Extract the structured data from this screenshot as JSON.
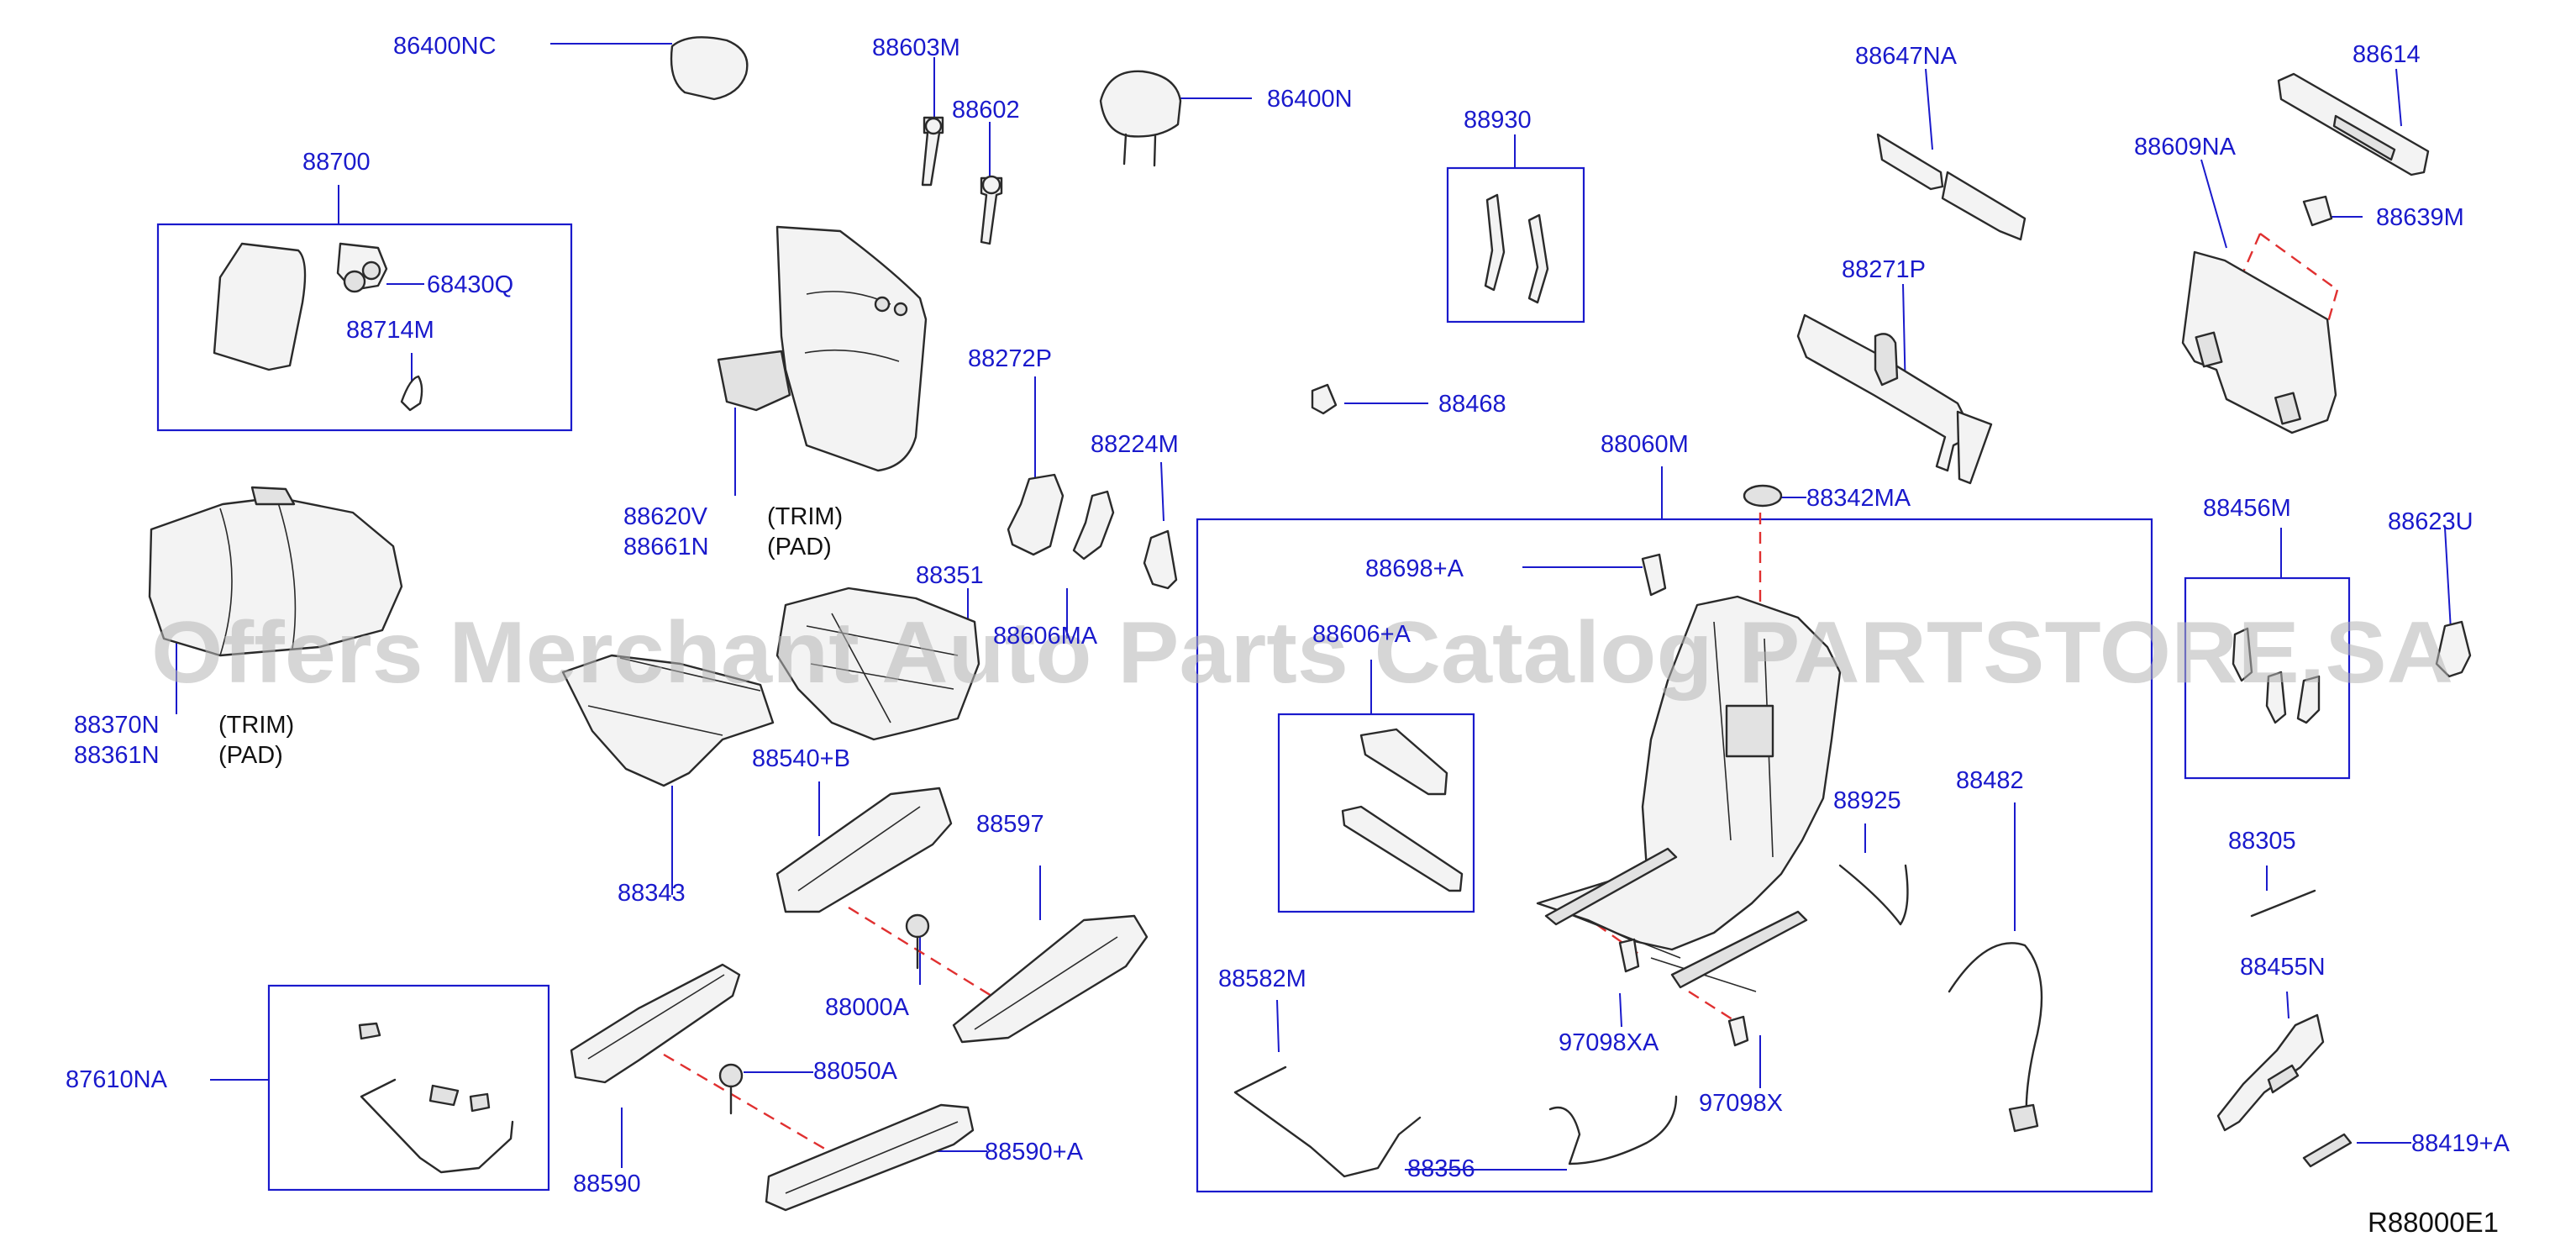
{
  "watermark": "Offers Merchant Auto Parts Catalog PARTSTORE.SA",
  "diagram_code": "R88000E1",
  "parts": {
    "p86400NC": "86400NC",
    "p88603M": "88603M",
    "p88602": "88602",
    "p86400N": "86400N",
    "p88930": "88930",
    "p88647NA": "88647NA",
    "p88614": "88614",
    "p88700": "88700",
    "p68430Q": "68430Q",
    "p88714M": "88714M",
    "p88609NA": "88609NA",
    "p88639M": "88639M",
    "p88271P": "88271P",
    "p88272P": "88272P",
    "p88224M": "88224M",
    "p88468": "88468",
    "p88060M": "88060M",
    "p88342MA": "88342MA",
    "p88620V": "88620V",
    "p88661N": "88661N",
    "p88456M": "88456M",
    "p88623U": "88623U",
    "p88698A": "88698+A",
    "p88351": "88351",
    "p88606MA": "88606MA",
    "p88606A": "88606+A",
    "p88370N": "88370N",
    "p88361N": "88361N",
    "p88540B": "88540+B",
    "p88482": "88482",
    "p88925": "88925",
    "p88343": "88343",
    "p88597": "88597",
    "p88305": "88305",
    "p88455N": "88455N",
    "p88582M": "88582M",
    "p88000A": "88000A",
    "p97098XA": "97098XA",
    "p87610NA": "87610NA",
    "p88050A": "88050A",
    "p97098X": "97098X",
    "p88590A": "88590+A",
    "p88419A": "88419+A",
    "p88356": "88356",
    "p88590": "88590"
  },
  "annotations": {
    "trim": "(TRIM)",
    "pad": "(PAD)"
  },
  "colors": {
    "callout": "#1a1acc",
    "reference_dash": "#e03030",
    "part_outline": "#2a2a2a",
    "watermark": "#b4b4b4"
  }
}
